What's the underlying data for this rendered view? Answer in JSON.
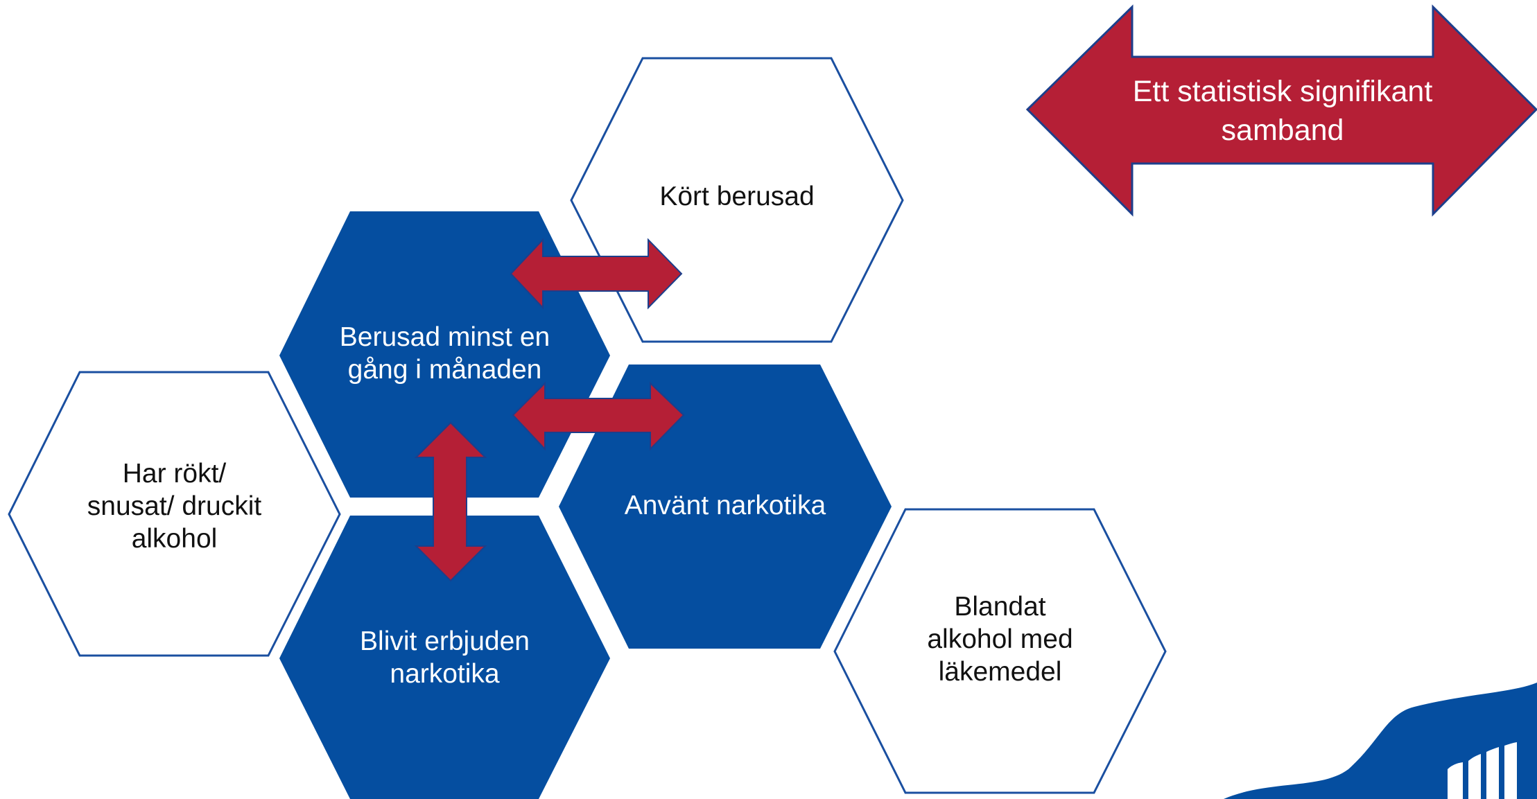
{
  "colors": {
    "blue": "#054ea0",
    "outline": "#1a4fa0",
    "arrow_fill": "#b51f36",
    "arrow_stroke": "#1c3f8c",
    "background": "#ffffff"
  },
  "legend": {
    "label": "Ett statistisk signifikant\nsamband"
  },
  "hexagons": {
    "kort_berusad": "Kört berusad",
    "berusad_manad": "Berusad minst en\ngång i månaden",
    "har_rokt": "Har rökt/\nsnusat/ druckit\nalkohol",
    "anvant_narkotika": "Använt narkotika",
    "blivit_erbjuden": "Blivit erbjuden\nnarkotika",
    "blandat_alkohol": "Blandat\nalkohol med\nläkemedel"
  },
  "logo": {
    "icon": "wave-logo"
  }
}
